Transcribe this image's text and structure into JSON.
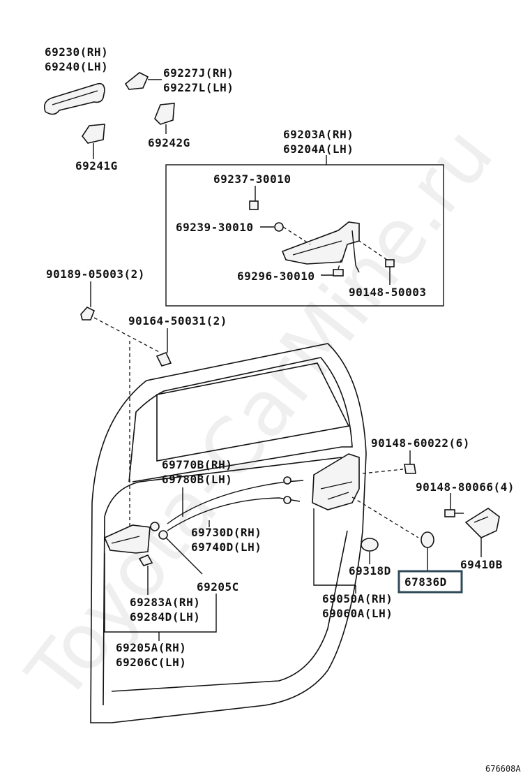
{
  "watermark": "Toyota-CarMine.ru",
  "figure_code": "676608A",
  "highlight_color": "#2e4a57",
  "labels": {
    "p69230": "69230(RH)",
    "p69240": "69240(LH)",
    "p69227J": "69227J(RH)",
    "p69227L": "69227L(LH)",
    "p69242G": "69242G",
    "p69241G": "69241G",
    "p69203A": "69203A(RH)",
    "p69204A": "69204A(LH)",
    "p69237": "69237-30010",
    "p69239": "69239-30010",
    "p69296": "69296-30010",
    "p90148_50003": "90148-50003",
    "p90189": "90189-05003(2)",
    "p90164": "90164-50031(2)",
    "p90148_60022": "90148-60022(6)",
    "p90148_80066": "90148-80066(4)",
    "p69770B": "69770B(RH)",
    "p69780B": "69780B(LH)",
    "p69730D": "69730D(RH)",
    "p69740D": "69740D(LH)",
    "p69318D": "69318D",
    "p67836D": "67836D",
    "p69410B": "69410B",
    "p69205C": "69205C",
    "p69283A": "69283A(RH)",
    "p69284D": "69284D(LH)",
    "p69050A": "69050A(RH)",
    "p69060A": "69060A(LH)",
    "p69205A": "69205A(RH)",
    "p69206C": "69206C(LH)"
  }
}
